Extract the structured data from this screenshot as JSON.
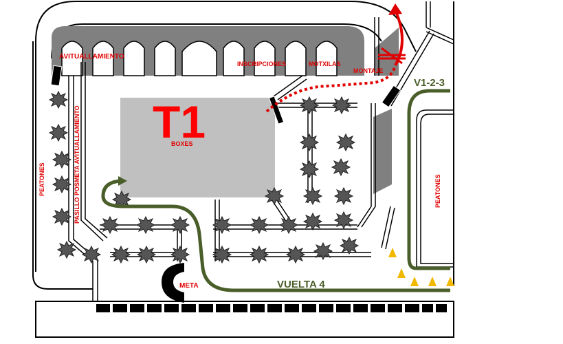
{
  "map": {
    "zone_title": "T1",
    "zone_subtitle": "BOXES",
    "labels": {
      "avituallamiento_top": "AVITUALLAMIENTO",
      "inscripciones": "INSCRIPCIONES",
      "motxilas": "MOTXILAS",
      "montaje": "MONTAJE",
      "peatones_left": "PEATONES",
      "pasillo": "PASILLO POSMETA AVITUALLAMIENTO",
      "peatones_right": "PEATONES",
      "meta": "META",
      "laps_1_3": "V1-2-3",
      "lap_4": "VUELTA 4"
    },
    "colors": {
      "labels": "#e00000",
      "route": "#4a5e2a",
      "transition": "#e00000",
      "boxes_area": "#c0c0c0",
      "arcade": "#808080",
      "cones": "#f2b800"
    }
  }
}
